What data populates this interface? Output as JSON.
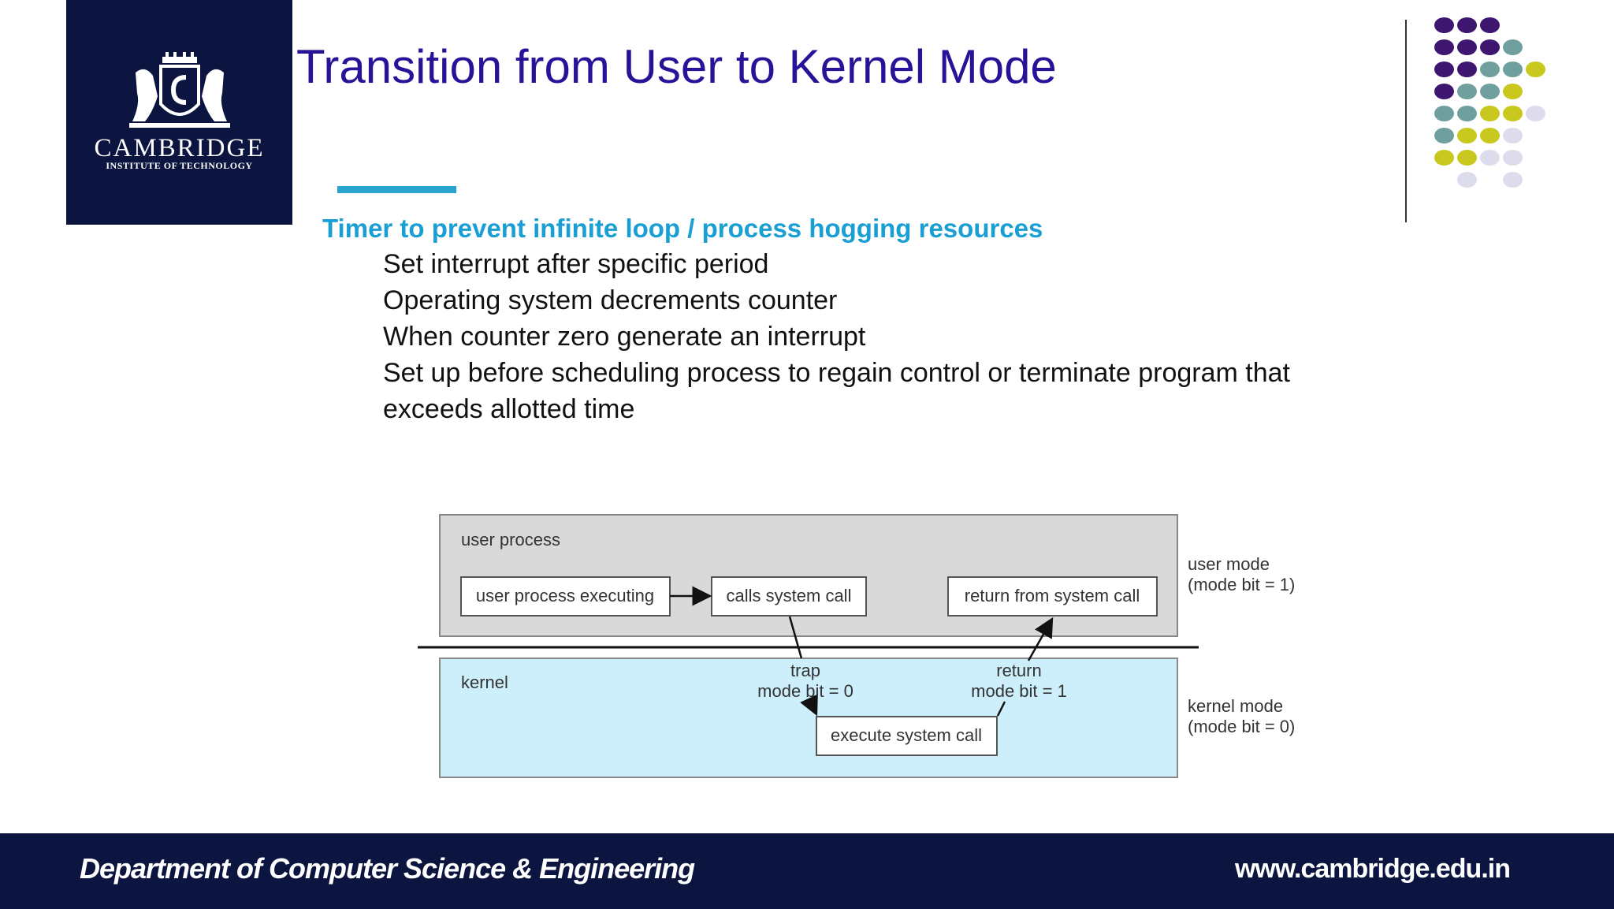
{
  "logo": {
    "name": "CAMBRIDGE",
    "subtitle": "INSTITUTE OF TECHNOLOGY"
  },
  "slide": {
    "title": "Transition from User to Kernel Mode",
    "heading": "Timer to prevent infinite loop / process hogging resources",
    "bullets": [
      "Set interrupt after specific period",
      "Operating system decrements counter",
      "When counter zero generate an interrupt",
      "Set up before scheduling process to regain control or terminate program that",
      "exceeds allotted time"
    ]
  },
  "diagram": {
    "user_region_label": "user process",
    "kernel_region_label": "kernel",
    "box_executing": "user process executing",
    "box_calls": "calls system call",
    "box_return": "return from system call",
    "box_execute": "execute system call",
    "trap_label": "trap",
    "trap_mode": "mode bit = 0",
    "return_label": "return",
    "return_mode": "mode bit = 1",
    "user_mode": "user mode",
    "user_mode_bit": "(mode bit = 1)",
    "kernel_mode": "kernel mode",
    "kernel_mode_bit": "(mode bit = 0)"
  },
  "footer": {
    "department": "Department of Computer Science & Engineering",
    "website": "www.cambridge.edu.in"
  },
  "colors": {
    "title": "#2a1298",
    "heading": "#1a9fd4",
    "accent_bar": "#2aa3d1",
    "navy": "#0b1540",
    "user_region": "#d9d9d9",
    "kernel_region": "#cdeefb",
    "dot_purple": "#3e1670",
    "dot_teal": "#6f9f9e",
    "dot_lime": "#c8c81e",
    "dot_lavender": "#dcdcec"
  }
}
